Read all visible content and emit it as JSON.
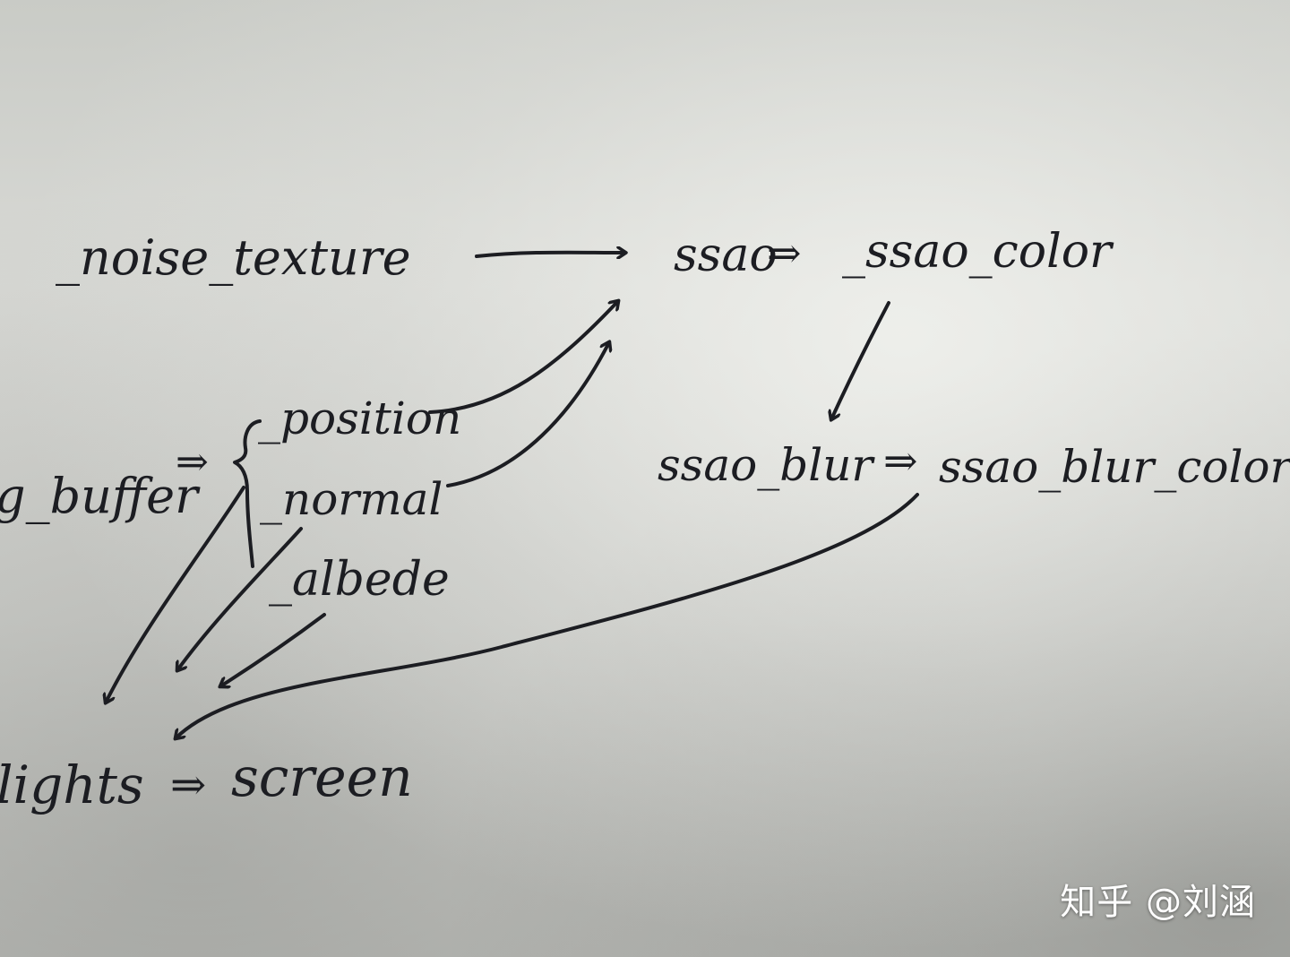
{
  "nodes": {
    "noise_texture": "_noise_texture",
    "ssao": "ssao",
    "ssao_color": "_ssao_color",
    "ssao_blur": "ssao_blur",
    "ssao_blur_color": "ssao_blur_color",
    "g_buffer": "g_buffer",
    "position": "_position",
    "normal": "_normal",
    "albedo": "_albede",
    "lights": "lights",
    "screen": "screen"
  },
  "connectors": {
    "double_arrow": "⇒"
  },
  "watermark": "知乎 @刘涵",
  "colors": {
    "ink": "#1c1d22",
    "paper": "#d3d4d0",
    "watermark": "#ffffff"
  }
}
